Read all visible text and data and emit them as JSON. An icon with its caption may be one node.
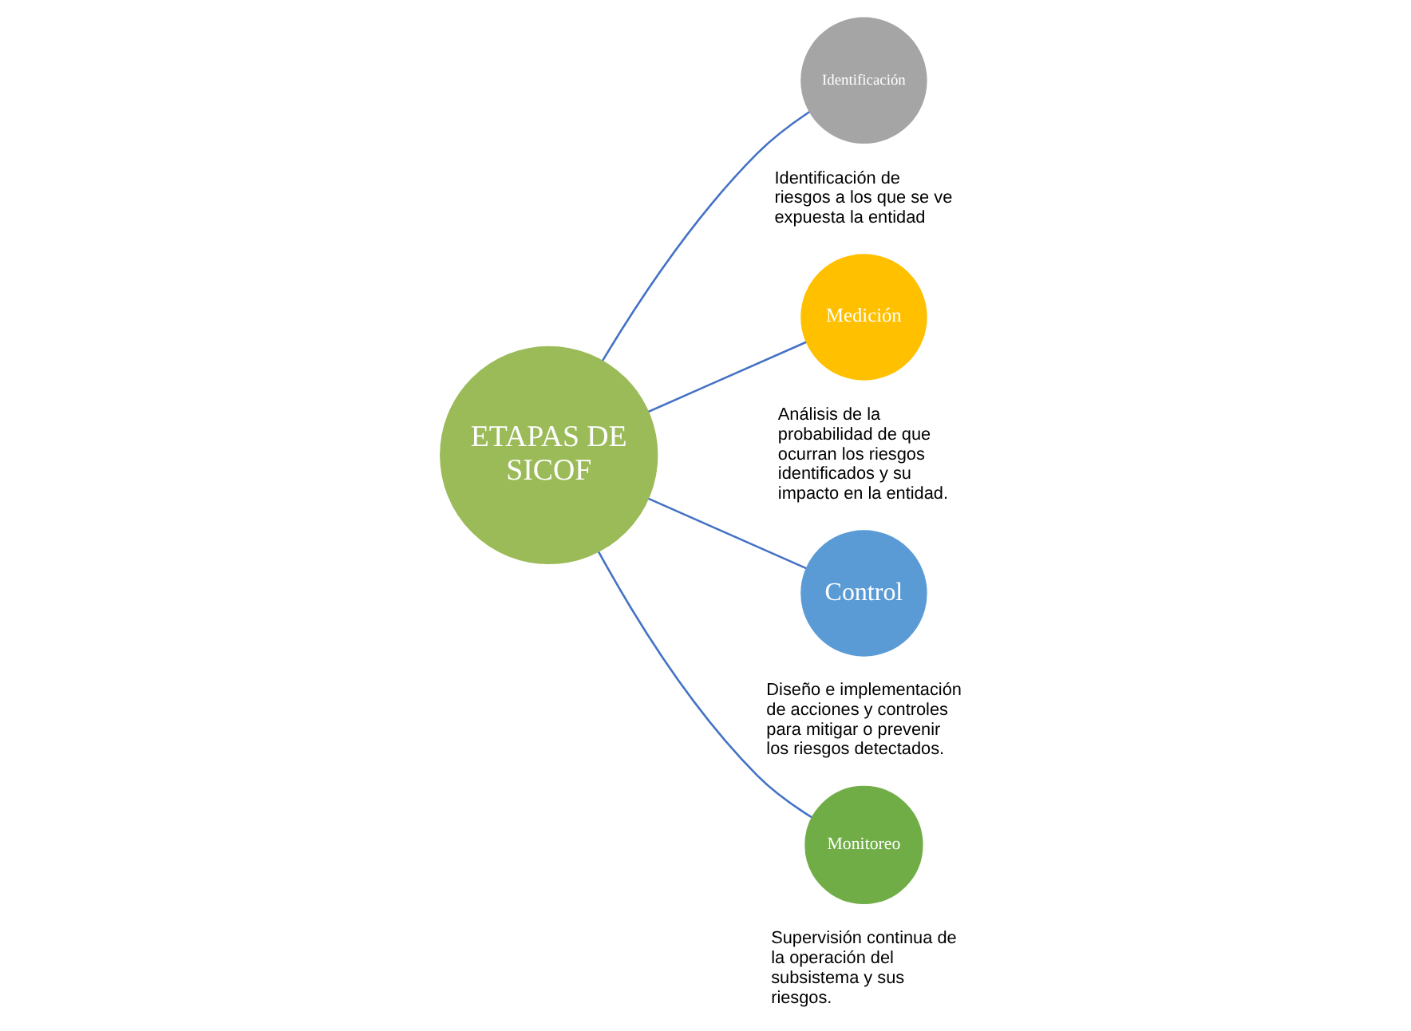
{
  "diagram": {
    "nodes": [
      {
        "text": [
          "ETAPAS DE SICOF"
        ]
      },
      {
        "text": [
          "Identificación"
        ],
        "beside": [
          "Identificación de riesgos a los que se ve expuesta la entidad"
        ]
      },
      {
        "text": [
          "Medición"
        ],
        "beside": [
          "Análisis de la probabilidad de que ocurran los riesgos identificados y su impacto en la entidad."
        ]
      },
      {
        "text": [
          "Control"
        ],
        "beside": [
          "Diseño e implementación de acciones y controles para mitigar o prevenir los riesgos detectados."
        ]
      },
      {
        "text": [
          "Monitoreo"
        ],
        "beside": [
          "Supervisión continua de la operación del subsistema y sus riesgos."
        ]
      }
    ],
    "edges": [
      {
        "from": 0,
        "to": 1,
        "arrow": "none"
      },
      {
        "from": 0,
        "to": 2,
        "arrow": "none"
      },
      {
        "from": 0,
        "to": 3,
        "arrow": "none"
      },
      {
        "from": 0,
        "to": 4,
        "arrow": "none"
      }
    ]
  }
}
